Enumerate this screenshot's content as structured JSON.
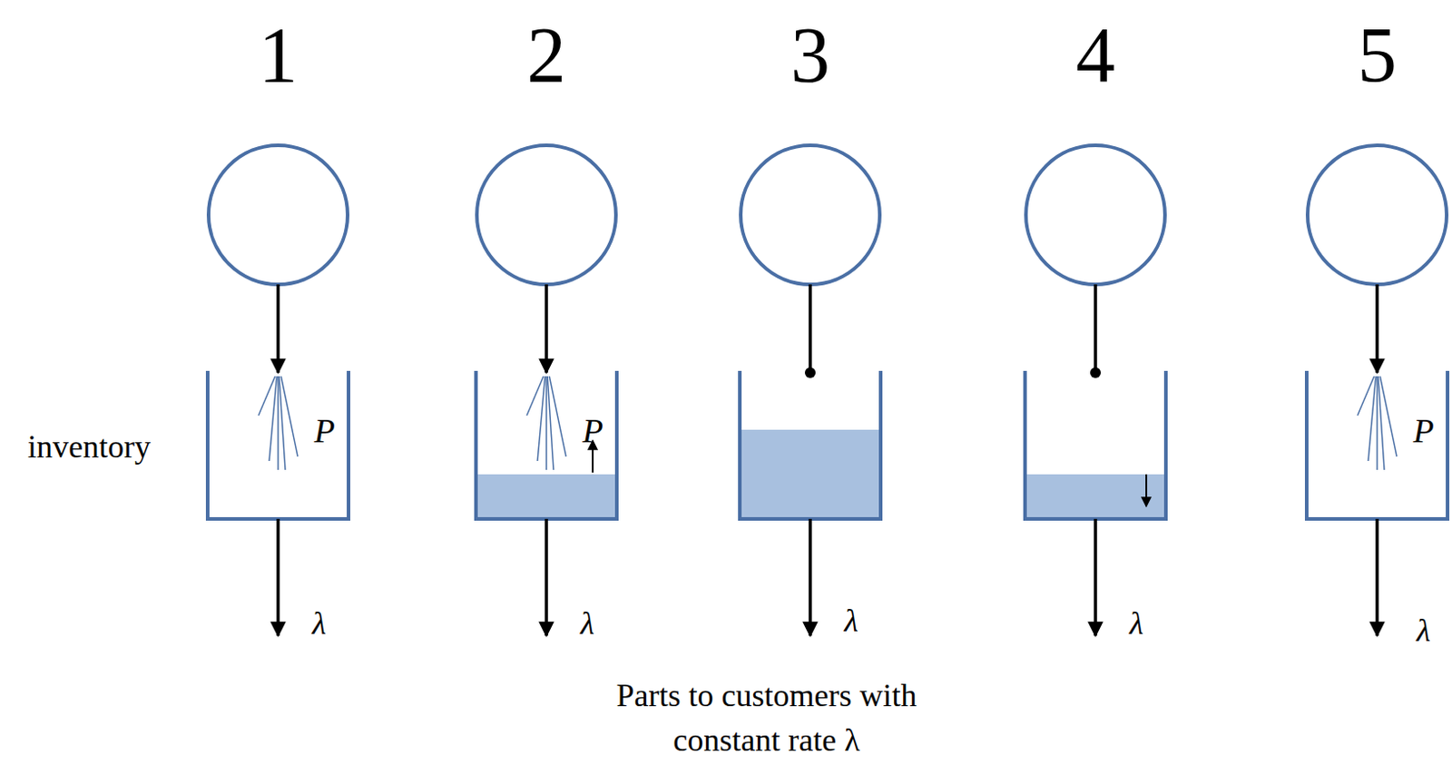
{
  "diagram": {
    "labels": [
      "1",
      "2",
      "3",
      "4",
      "5",
      "P",
      "P",
      "P",
      "inventory",
      "λ",
      "λ",
      "λ",
      "λ",
      "λ",
      "Parts to customers with constant rate λ"
    ]
  }
}
